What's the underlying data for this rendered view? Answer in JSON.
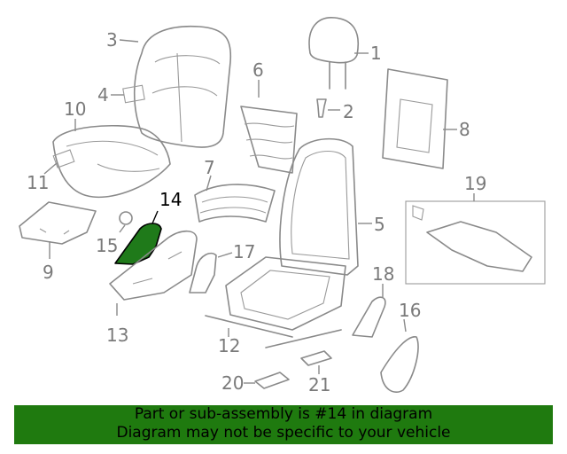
{
  "diagram": {
    "highlighted_callout": "14",
    "callouts": [
      "1",
      "2",
      "3",
      "4",
      "5",
      "6",
      "7",
      "8",
      "9",
      "10",
      "11",
      "12",
      "13",
      "14",
      "15",
      "16",
      "17",
      "18",
      "19",
      "20",
      "21"
    ],
    "colors": {
      "highlight_fill": "#1f7a1a",
      "banner_bg": "#1f7a0f",
      "lines": "#8a8a8a",
      "text": "#7a7a7a"
    }
  },
  "banner": {
    "line1": "Part or sub-assembly is #14 in diagram",
    "line2": "Diagram may not be specific to your vehicle"
  }
}
